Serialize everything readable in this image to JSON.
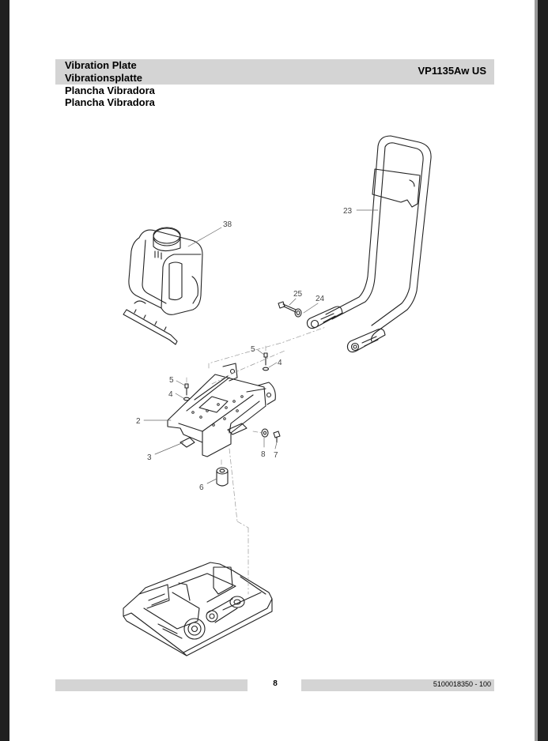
{
  "header": {
    "title_lines": [
      "Vibration Plate",
      "Vibrationsplatte",
      "Plancha Vibradora",
      "Plancha Vibradora"
    ],
    "model": "VP1135Aw US"
  },
  "diagram": {
    "callouts": [
      "38",
      "23",
      "25",
      "24",
      "5",
      "4",
      "5",
      "4",
      "2",
      "3",
      "8",
      "7",
      "6"
    ]
  },
  "footer": {
    "page_number": "8",
    "document_number": "5100018350 - 100"
  }
}
